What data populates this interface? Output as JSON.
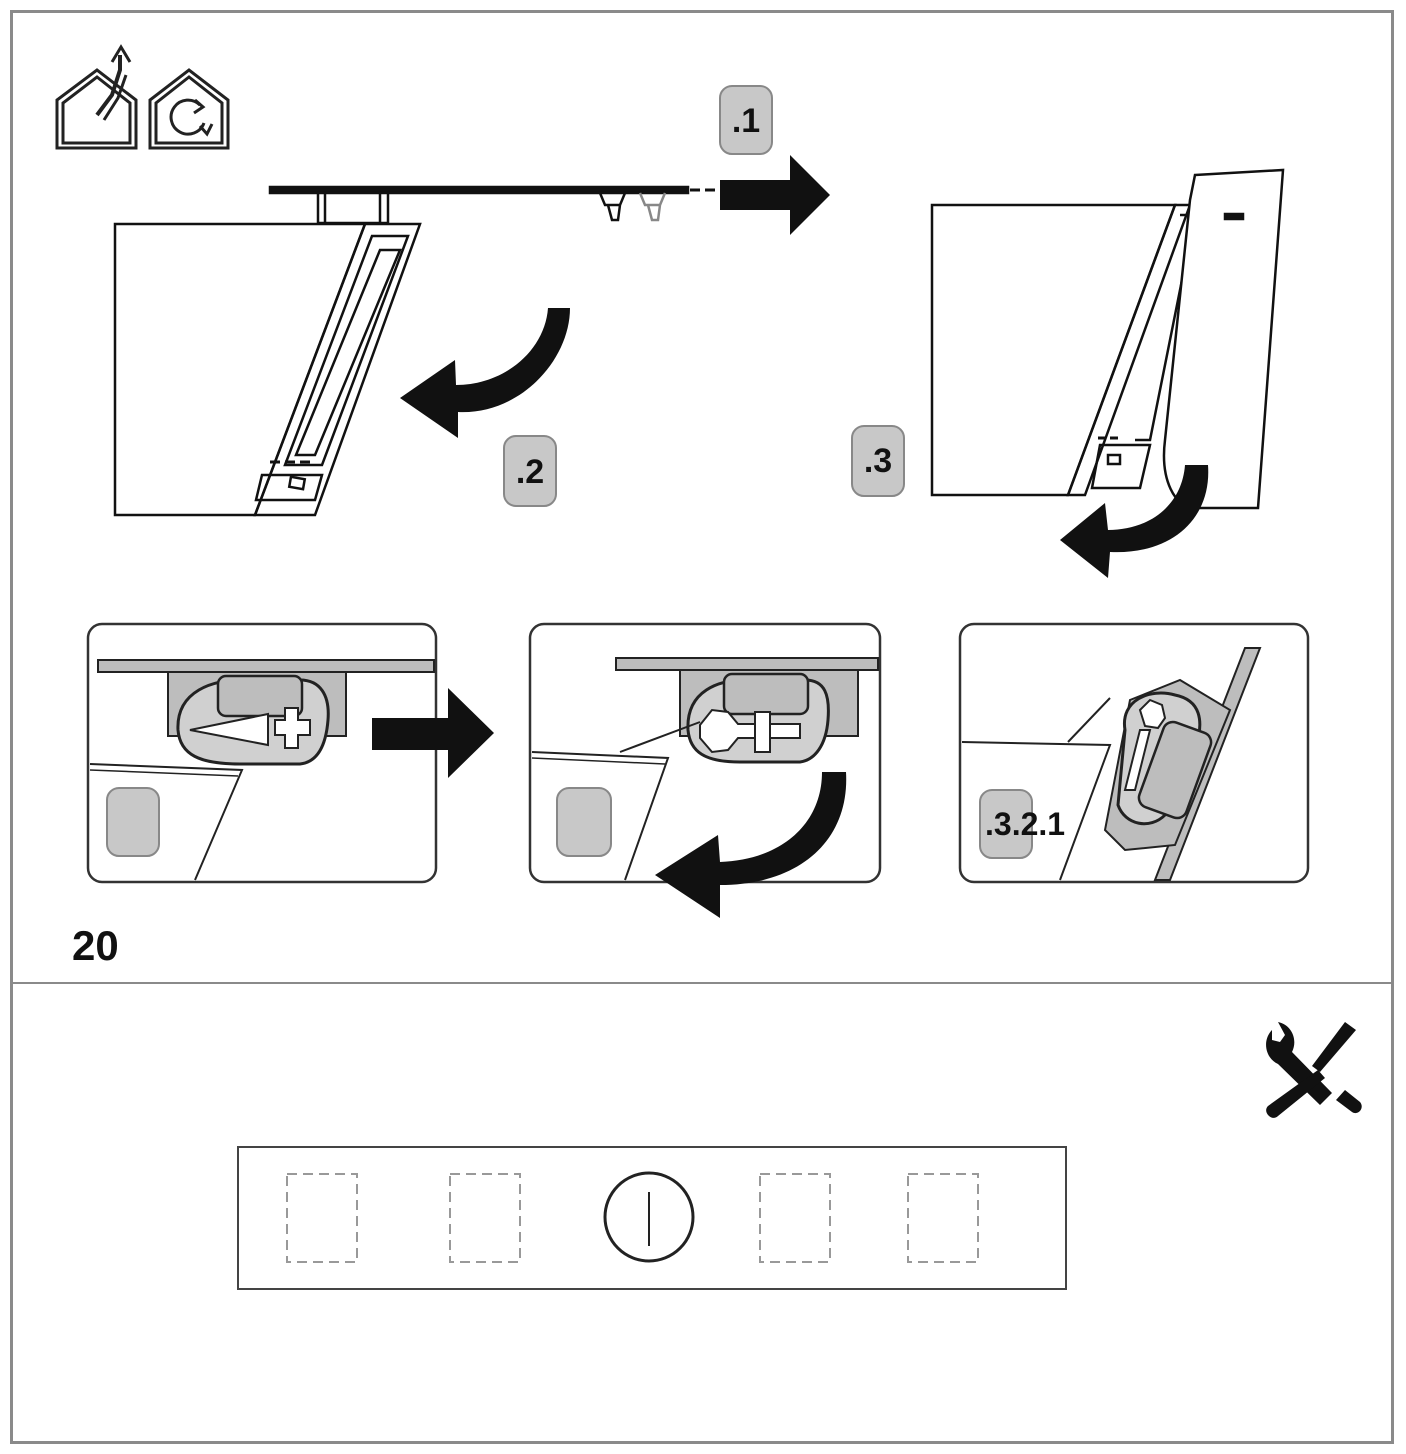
{
  "figure": {
    "number": "20",
    "steps": {
      "s1": ".1",
      "s2": ".2",
      "s3": ".3",
      "s321": ".3.2.1"
    },
    "icons": {
      "top_left_1": "house-ducted-exhaust-icon",
      "top_left_2": "house-recirculation-icon",
      "tools": "wrench-screwdriver-icon"
    }
  },
  "control_panel": {
    "buttons": [
      "touch-button-1",
      "touch-button-2",
      "power-button",
      "touch-button-3",
      "touch-button-4"
    ]
  },
  "colors": {
    "border": "#8a8a8a",
    "badge": "#c8c8c8",
    "ink": "#111111"
  }
}
